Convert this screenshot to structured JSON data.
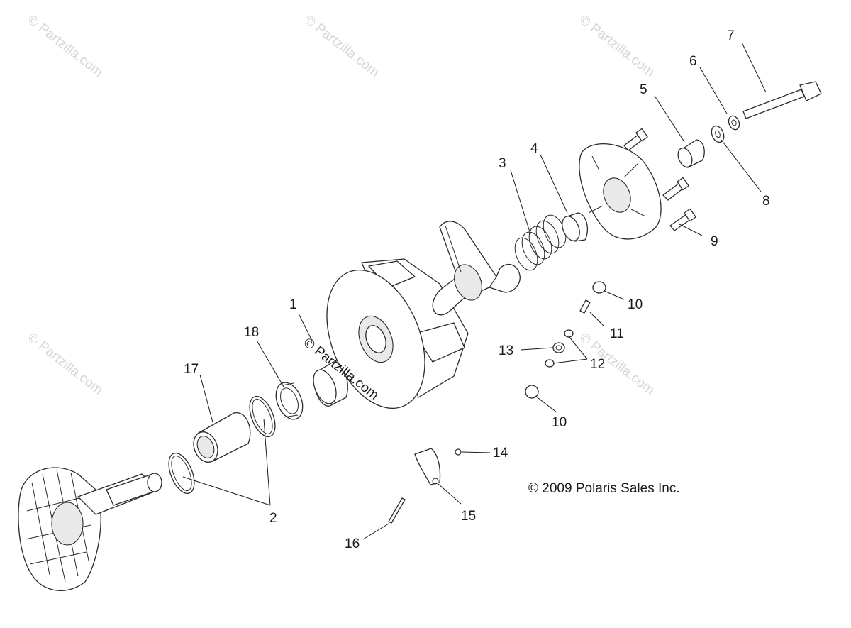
{
  "copyright": "© 2009 Polaris Sales Inc.",
  "watermark": "© Partzilla.com",
  "callouts": [
    "1",
    "2",
    "3",
    "4",
    "5",
    "6",
    "7",
    "8",
    "9",
    "10",
    "10",
    "11",
    "12",
    "13",
    "14",
    "15",
    "16",
    "17",
    "18"
  ]
}
